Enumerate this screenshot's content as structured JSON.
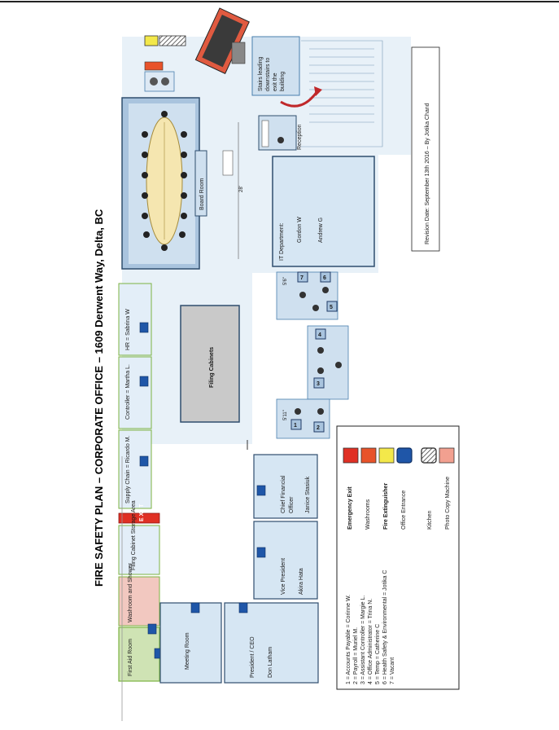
{
  "title": "FIRE SAFETY PLAN – CORPORATE OFFICE – 1609 Derwent Way, Delta, BC",
  "revision": "Revision Date: September 13th 2016 – By Jotika Chand",
  "rooms": {
    "first_aid": "First Aid Room",
    "washroom": "Washroom and Shower",
    "filing_storage": "Filing Cabinet Storage Area",
    "exit_sign": "E X I T",
    "supply_chain": "Supply Chain = Ricardo M.",
    "controller": "Controller = Martha L.",
    "hr": "HR = Sabrina W",
    "meeting": "Meeting Room",
    "president_title": "President / CEO",
    "president_name": "Don Latham",
    "vp_title": "Vice President",
    "vp_name": "Akira Hata",
    "cfo_title1": "Chief Financial",
    "cfo_title2": "Officer",
    "cfo_name": "Janice Stasiuk",
    "filing_cabinets": "Filing Cabinets",
    "board_room": "Board Room",
    "reception": "Reception",
    "it_dept": "IT Department:",
    "it_person1": "Gordon W",
    "it_person2": "Andrew G",
    "stairs1": "Stairs leading",
    "stairs2": "downstairs to",
    "stairs3": "exit the",
    "stairs4": "building",
    "dimension_28": "28'",
    "dim_56": "5'6\"",
    "dim_511": "5'11\""
  },
  "workstations": [
    "1",
    "2",
    "3",
    "4",
    "5",
    "6",
    "7"
  ],
  "staff_list": [
    "1 = Accounts Payable = Corinne W.",
    "2 = Payroll = Muriel M.",
    "3 = Assistant Controller = Margie L.",
    "4 = Office Administrator = Trina N.",
    "5 = Temp = Catherine C",
    "6 = Health Safety & Environmental = Jotika C",
    "7 = Vacant"
  ],
  "legend": {
    "emergency_exit": "Emergency Exit",
    "washrooms": "Washrooms",
    "fire_extinguisher": "Fire Extinguisher",
    "office_entrance": "Office Entrance",
    "kitchen": "Kitchen",
    "photo_copy": "Photo Copy Machine"
  },
  "colors": {
    "room_fill": "#d6e6f3",
    "room_stroke": "#4a7fae",
    "exit_red": "#e03024",
    "washroom_orange": "#e8532a",
    "extinguisher_yellow": "#f3e84a",
    "entrance_blue": "#1f56a8",
    "copy_salmon": "#f2a090",
    "filing_gray": "#c9c9c9",
    "first_aid_green": "#cfe3b4"
  }
}
